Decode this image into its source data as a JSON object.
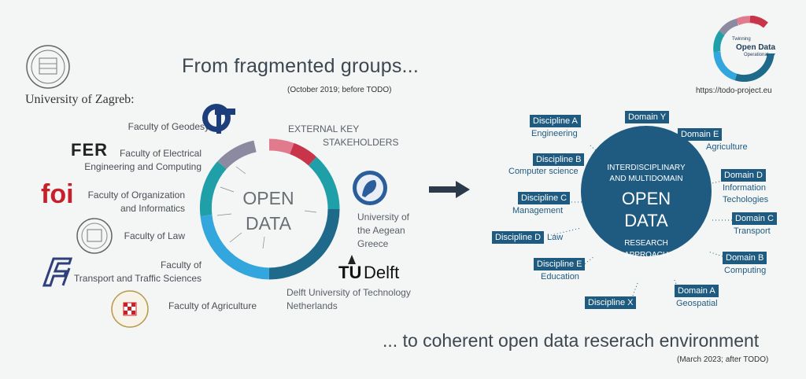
{
  "header": {
    "title": "From fragmented groups...",
    "subtitle": "(October 2019; before TODO)",
    "university": "University of Zagreb:"
  },
  "logo": {
    "line1": "Twinning",
    "line2": "Open Data",
    "line3": "Operational",
    "url": "https://todo-project.eu"
  },
  "faculties": [
    {
      "label1": "Faculty of Geodesy",
      "label2": ""
    },
    {
      "label1": "Faculty of Electrical",
      "label2": "Engineering and Computing"
    },
    {
      "label1": "Faculty of Organization",
      "label2": "and Informatics"
    },
    {
      "label1": "Faculty of Law",
      "label2": ""
    },
    {
      "label1": "Faculty of",
      "label2": "Transport and Traffic Sciences"
    },
    {
      "label1": "Faculty of Agriculture",
      "label2": ""
    }
  ],
  "faculty_logos": {
    "fer": "FER",
    "foi": "foi"
  },
  "external": {
    "line1": "EXTERNAL KEY",
    "line2": "STAKEHOLDERS"
  },
  "aegean": {
    "line1": "University of",
    "line2": "the Aegean",
    "line3": "Greece"
  },
  "delft": {
    "logo_tu": "TU",
    "logo_delft": "Delft",
    "line1": "Delft University of Technology",
    "line2": "Netherlands"
  },
  "left_circle": {
    "line1": "OPEN",
    "line2": "DATA"
  },
  "right_circle": {
    "line1": "INTERDISCIPLINARY",
    "line2": "AND MULTIDOMAIN",
    "line3": "OPEN",
    "line4": "DATA",
    "line5": "RESEARCH",
    "line6": "APPROACH"
  },
  "nodes": {
    "discA": {
      "tag": "Discipline A",
      "text": "Engineering"
    },
    "discB": {
      "tag": "Discipline B",
      "text": "Computer science"
    },
    "discC": {
      "tag": "Discipline C",
      "text": "Management"
    },
    "discD": {
      "tag": "Discipline D",
      "text": "Law"
    },
    "discE": {
      "tag": "Discipline E",
      "text": "Education"
    },
    "discX": {
      "tag": "Discipline X",
      "text": ""
    },
    "domY": {
      "tag": "Domain Y",
      "text": ""
    },
    "domE": {
      "tag": "Domain E",
      "text": "Agriculture"
    },
    "domD": {
      "tag": "Domain D",
      "text": "Information",
      "text2": "Techologies"
    },
    "domC": {
      "tag": "Domain C",
      "text": "Transport"
    },
    "domB": {
      "tag": "Domain B",
      "text": "Computing"
    },
    "domA": {
      "tag": "Domain A",
      "text": "Geospatial"
    }
  },
  "footer": {
    "title": "... to coherent  open data reserach environment",
    "subtitle": "(March 2023; after TODO)"
  },
  "colors": {
    "dark_blue": "#1f5b80",
    "teal": "#1fa0a8",
    "light_blue": "#33a6de",
    "pink": "#e07a8c",
    "red": "#c8344a",
    "grey_purple": "#8c8aa0"
  }
}
